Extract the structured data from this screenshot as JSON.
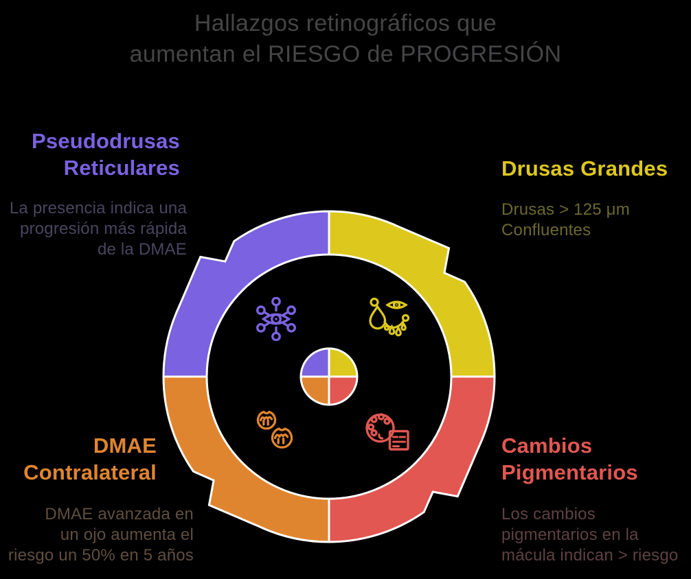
{
  "background_color": "#000000",
  "title": {
    "text": "Hallazgos retinográficos que\naumentan el RIESGO de PROGRESIÓN",
    "color": "#454547"
  },
  "ring": {
    "type": "four-segment-cycle-ring",
    "border_color": "#ffffff",
    "has_center_pie": true
  },
  "sections": [
    {
      "id": "pseudodrusas-reticulares",
      "position": "top-left",
      "title": "Pseudodrusas\nReticulares",
      "body": "La presencia indica una\nprogresión más rápida\nde la DMAE",
      "color": "#7b62e0",
      "body_color": "#4a4460",
      "icon": "network-eye-icon"
    },
    {
      "id": "drusas-grandes",
      "position": "top-right",
      "title": "Drusas Grandes",
      "body": "Drusas > 125 μm\nConfluentes",
      "color": "#ddc81d",
      "body_color": "#6d6730",
      "icon": "drusen-deposits-icon"
    },
    {
      "id": "dmae-contralateral",
      "position": "bottom-left",
      "title": "DMAE\nContralateral",
      "body": "DMAE avanzada en\nun ojo aumenta el\nriesgo un 50% en 5 años",
      "color": "#e0852f",
      "body_color": "#604e3e",
      "icon": "cell-blobs-icon"
    },
    {
      "id": "cambios-pigmentarios",
      "position": "bottom-right",
      "title": "Cambios\nPigmentarios",
      "body": "Los cambios\npigmentarios en la\nmácula indican > riesgo",
      "color": "#e25751",
      "body_color": "#5f4141",
      "icon": "pigment-spots-icon"
    }
  ]
}
